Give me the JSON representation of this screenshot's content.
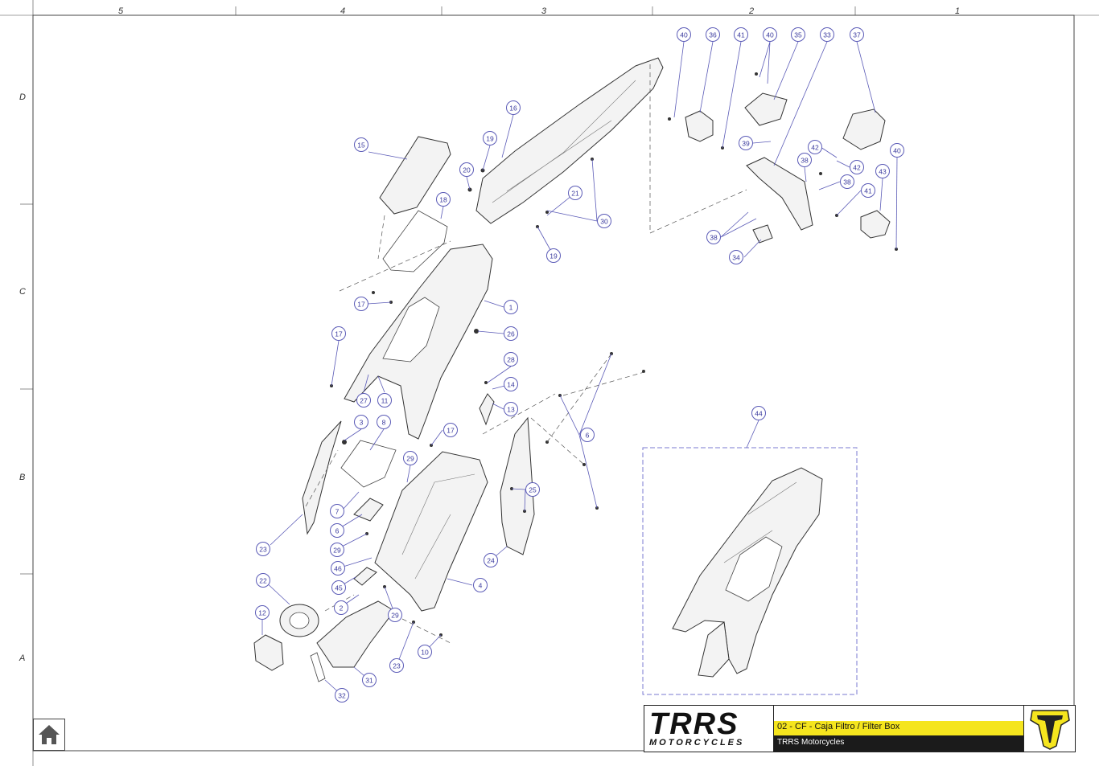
{
  "sheet": {
    "columns": [
      "5",
      "4",
      "3",
      "2",
      "1"
    ],
    "rows": [
      "D",
      "C",
      "B",
      "A"
    ]
  },
  "title_block": {
    "logo_main": "TRRS",
    "logo_sub": "MOTORCYCLES",
    "title": "02 - CF - Caja Filtro / Filter Box",
    "company": "TRRS Motorcycles",
    "accent_color": "#f5e51e",
    "dark_color": "#1b1b1b"
  },
  "callout_color": "#5b5bb7",
  "home_icon": "home-icon",
  "brand_icon": "trrs-shield-icon",
  "callouts": [
    {
      "label": "40"
    },
    {
      "label": "36"
    },
    {
      "label": "41"
    },
    {
      "label": "40"
    },
    {
      "label": "35"
    },
    {
      "label": "33"
    },
    {
      "label": "37"
    },
    {
      "label": "16"
    },
    {
      "label": "15"
    },
    {
      "label": "19"
    },
    {
      "label": "20"
    },
    {
      "label": "39"
    },
    {
      "label": "42"
    },
    {
      "label": "40"
    },
    {
      "label": "38"
    },
    {
      "label": "42"
    },
    {
      "label": "43"
    },
    {
      "label": "38"
    },
    {
      "label": "21"
    },
    {
      "label": "18"
    },
    {
      "label": "41"
    },
    {
      "label": "30"
    },
    {
      "label": "38"
    },
    {
      "label": "19"
    },
    {
      "label": "34"
    },
    {
      "label": "17"
    },
    {
      "label": "1"
    },
    {
      "label": "17"
    },
    {
      "label": "26"
    },
    {
      "label": "28"
    },
    {
      "label": "14"
    },
    {
      "label": "27"
    },
    {
      "label": "11"
    },
    {
      "label": "13"
    },
    {
      "label": "3"
    },
    {
      "label": "8"
    },
    {
      "label": "17"
    },
    {
      "label": "6"
    },
    {
      "label": "44"
    },
    {
      "label": "29"
    },
    {
      "label": "25"
    },
    {
      "label": "7"
    },
    {
      "label": "6"
    },
    {
      "label": "23"
    },
    {
      "label": "29"
    },
    {
      "label": "24"
    },
    {
      "label": "46"
    },
    {
      "label": "45"
    },
    {
      "label": "4"
    },
    {
      "label": "22"
    },
    {
      "label": "2"
    },
    {
      "label": "29"
    },
    {
      "label": "12"
    },
    {
      "label": "10"
    },
    {
      "label": "23"
    },
    {
      "label": "31"
    },
    {
      "label": "32"
    }
  ]
}
